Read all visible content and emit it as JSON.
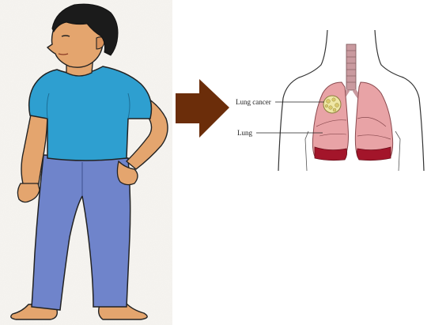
{
  "labels": {
    "lung_cancer": "Lung cancer",
    "lung": "Lung"
  },
  "colors": {
    "shirt": "#2e9fd0",
    "trousers": "#6f84cb",
    "skin": "#e4a56e",
    "hair": "#1b1b1b",
    "arrow": "#6b2d0a",
    "lung": "#e8a3a6",
    "lung_base": "#a3152a",
    "tumor": "#efe7a6"
  },
  "icons": [
    "man-illustration",
    "right-arrow-icon",
    "torso-lung-diagram"
  ]
}
